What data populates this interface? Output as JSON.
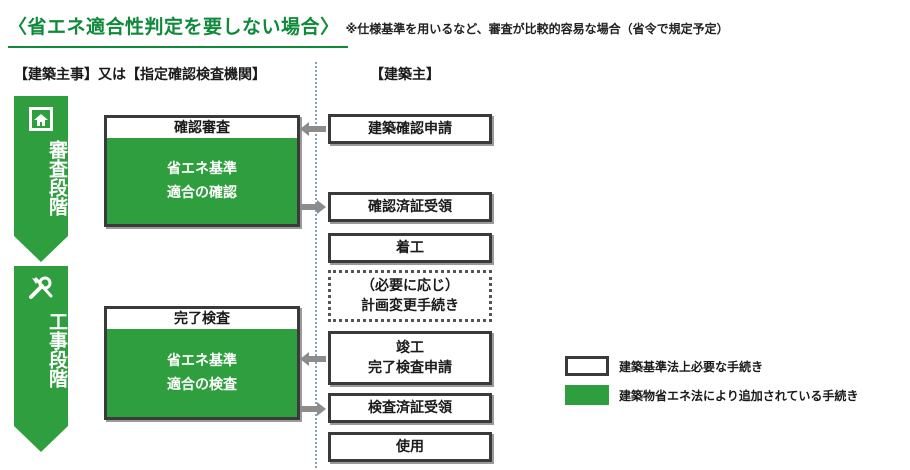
{
  "title": {
    "bracket_open": "〈",
    "part1": "省エネ適合性判定を",
    "emphasis": "要しない",
    "part2": "場合",
    "bracket_close": "〉",
    "note": "※仕様基準を用いるなど、審査が比較的容易な場合（省令で規定予定）"
  },
  "columns": {
    "left_header": "【建築主事】又は【指定確認検査機関】",
    "right_header": "【建築主】"
  },
  "phases": {
    "review": {
      "label": "審査段階",
      "icon": "house-icon"
    },
    "construction": {
      "label": "工事段階",
      "icon": "tools-icon"
    }
  },
  "authority_boxes": {
    "confirmation": {
      "head": "確認審査",
      "line1": "省エネ基準",
      "line2": "適合の確認"
    },
    "completion": {
      "head": "完了検査",
      "line1": "省エネ基準",
      "line2": "適合の検査"
    }
  },
  "owner_steps": {
    "apply_confirmation": "建築確認申請",
    "receive_certificate": "確認済証受領",
    "start_construction": "着工",
    "change_line1": "（必要に応じ）",
    "change_line2": "計画変更手続き",
    "completion_line1": "竣工",
    "completion_line2": "完了検査申請",
    "receive_inspection": "検査済証受領",
    "use": "使用"
  },
  "legend": {
    "building_standards": "建築基準法上必要な手続き",
    "energy_law": "建築物省エネ法により追加されている手続き"
  },
  "colors": {
    "green": "#2e9e3e",
    "title_green": "#0f8a3a",
    "border": "#3a3a3a",
    "divider": "#7aa3c8"
  }
}
